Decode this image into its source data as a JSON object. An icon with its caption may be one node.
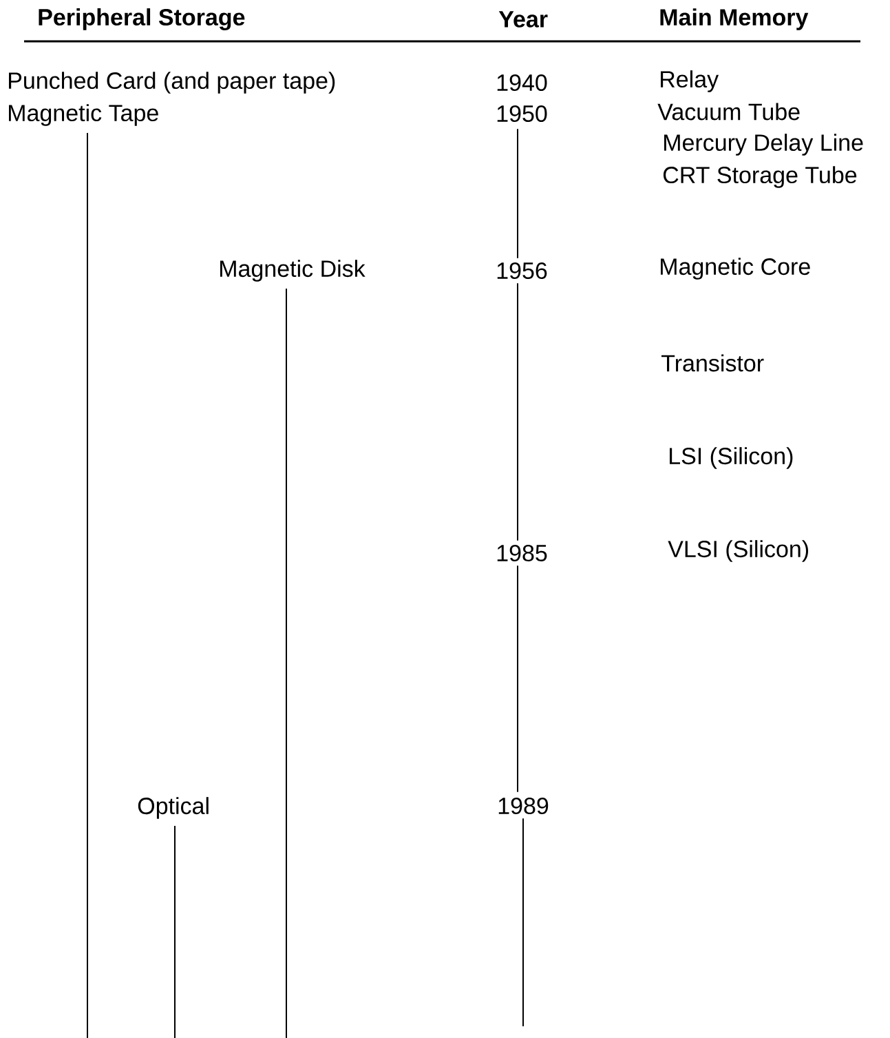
{
  "diagram": {
    "nodes": [
      {
        "text": [
          "Magnetic Tape"
        ]
      },
      {
        "text": [
          "Magnetic Disk"
        ]
      },
      {
        "text": [
          "Optical"
        ]
      },
      {
        "text": [
          "1950"
        ]
      },
      {
        "text": [
          "1956"
        ]
      },
      {
        "text": [
          "1985"
        ]
      },
      {
        "text": [
          "1989"
        ]
      }
    ],
    "edges": [
      {
        "from": 0,
        "to": null,
        "arrow": "none"
      },
      {
        "from": 1,
        "to": null,
        "arrow": "none"
      },
      {
        "from": 2,
        "to": null,
        "arrow": "none"
      },
      {
        "from": 3,
        "to": 4,
        "arrow": "none"
      },
      {
        "from": 4,
        "to": 5,
        "arrow": "none"
      },
      {
        "from": 5,
        "to": 6,
        "arrow": "none"
      },
      {
        "from": 6,
        "to": null,
        "arrow": "none"
      }
    ],
    "labels": [
      "Peripheral Storage",
      "Year",
      "Main Memory",
      "Punched Card (and paper tape)",
      "1940",
      "Relay",
      "Vacuum Tube",
      "Mercury Delay Line",
      "CRT Storage Tube",
      "Magnetic Core",
      "Transistor",
      "LSI  (Silicon)",
      "VLSI  (Silicon)"
    ]
  }
}
